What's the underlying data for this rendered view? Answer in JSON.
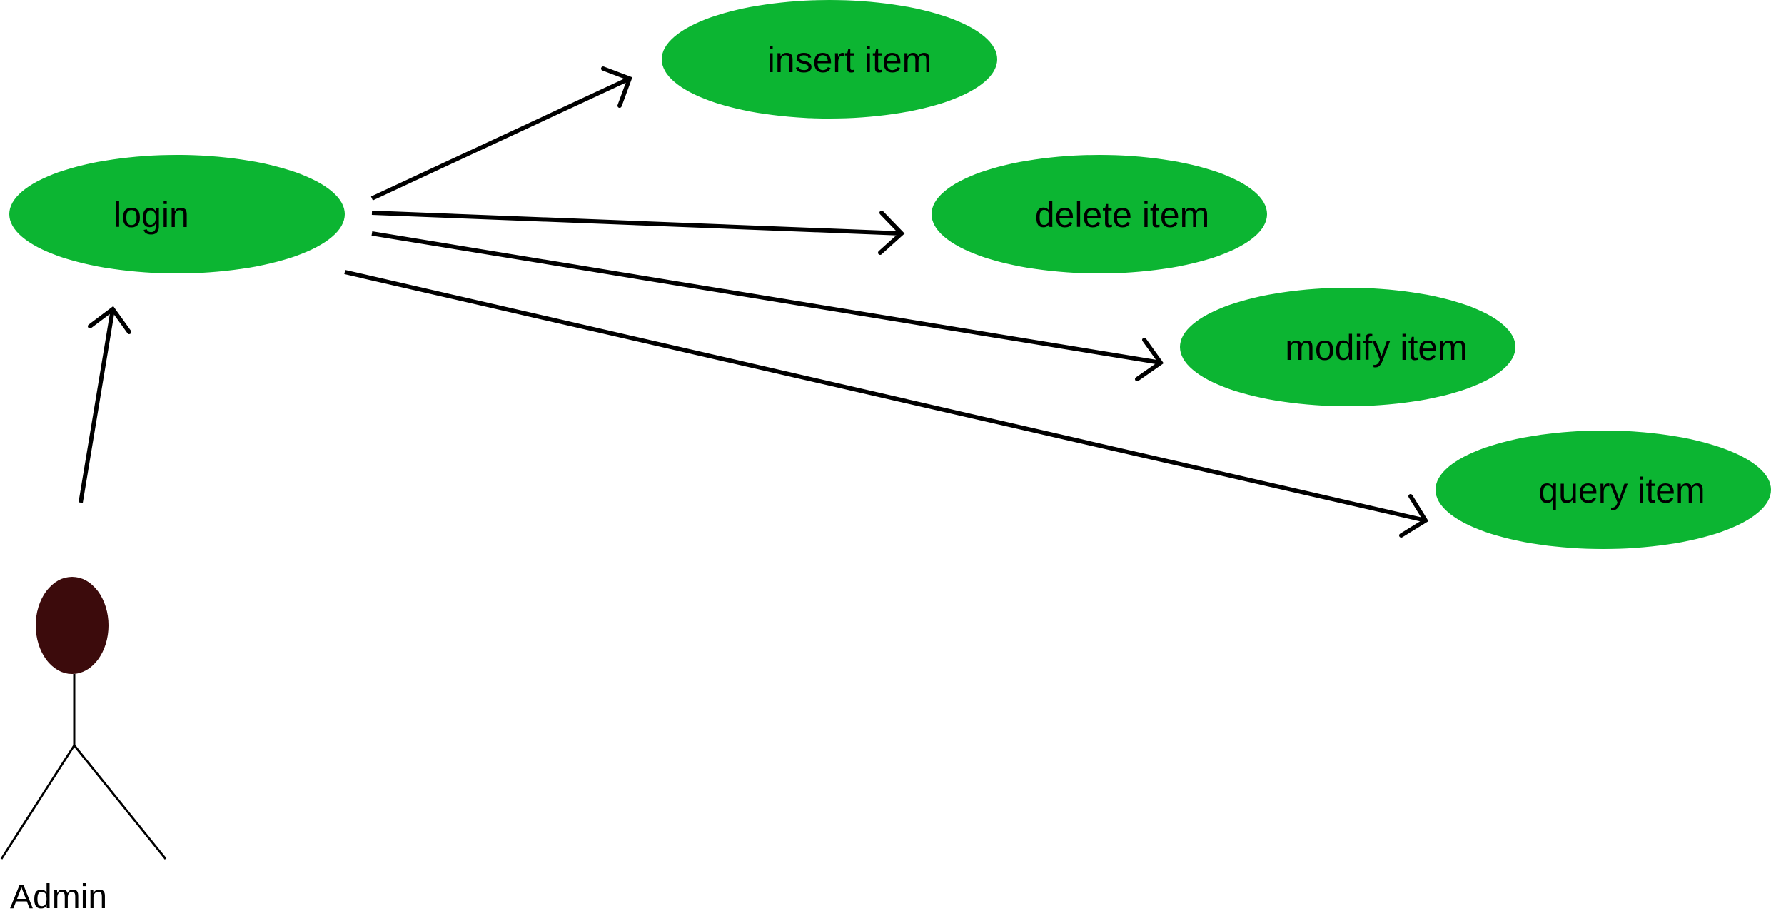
{
  "colors": {
    "use_case_fill": "#0cb532",
    "actor_head": "#3c0b0c",
    "line": "#000000",
    "background": "#ffffff"
  },
  "actor": {
    "label": "Admin"
  },
  "use_cases": {
    "login": "login",
    "insert": "insert item",
    "delete": "delete item",
    "modify": "modify item",
    "query": "query item"
  }
}
